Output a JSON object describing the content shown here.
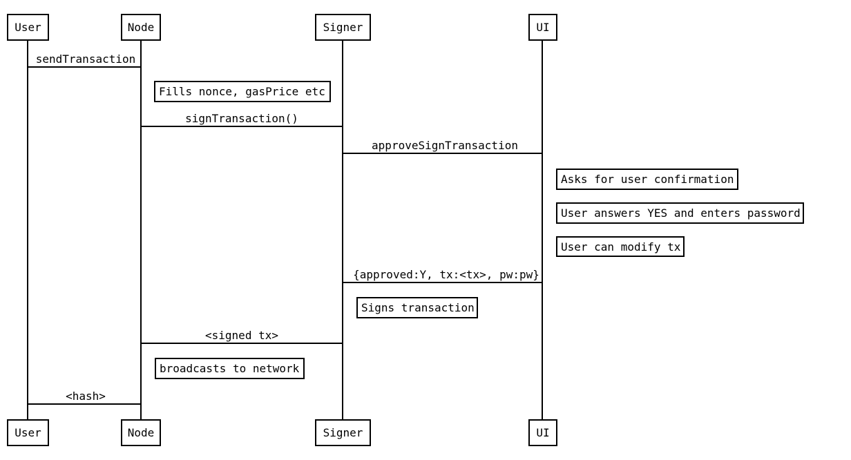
{
  "diagram": {
    "type": "sequence-diagram",
    "colors": {
      "background": "#ffffff",
      "stroke": "#000000",
      "text": "#000000"
    },
    "actors": [
      {
        "id": "user",
        "label": "User"
      },
      {
        "id": "node",
        "label": "Node"
      },
      {
        "id": "signer",
        "label": "Signer"
      },
      {
        "id": "ui",
        "label": "UI"
      }
    ],
    "messages": [
      {
        "from": "User",
        "to": "Node",
        "label": "sendTransaction"
      },
      {
        "from": "Node",
        "to": "Signer",
        "label": "signTransaction()"
      },
      {
        "from": "Signer",
        "to": "UI",
        "label": "approveSignTransaction"
      },
      {
        "from": "UI",
        "to": "Signer",
        "label": "{approved:Y, tx:<tx>, pw:pw}"
      },
      {
        "from": "Signer",
        "to": "Node",
        "label": "<signed tx>"
      },
      {
        "from": "Node",
        "to": "User",
        "label": "<hash>"
      }
    ],
    "notes": [
      {
        "actor": "Node",
        "label": "Fills nonce, gasPrice etc"
      },
      {
        "actor": "UI",
        "label": "Asks for user confirmation"
      },
      {
        "actor": "UI",
        "label": "User answers YES and enters password"
      },
      {
        "actor": "UI",
        "label": "User can modify tx"
      },
      {
        "actor": "Signer",
        "label": "Signs transaction"
      },
      {
        "actor": "Node",
        "label": "broadcasts to network"
      }
    ]
  }
}
